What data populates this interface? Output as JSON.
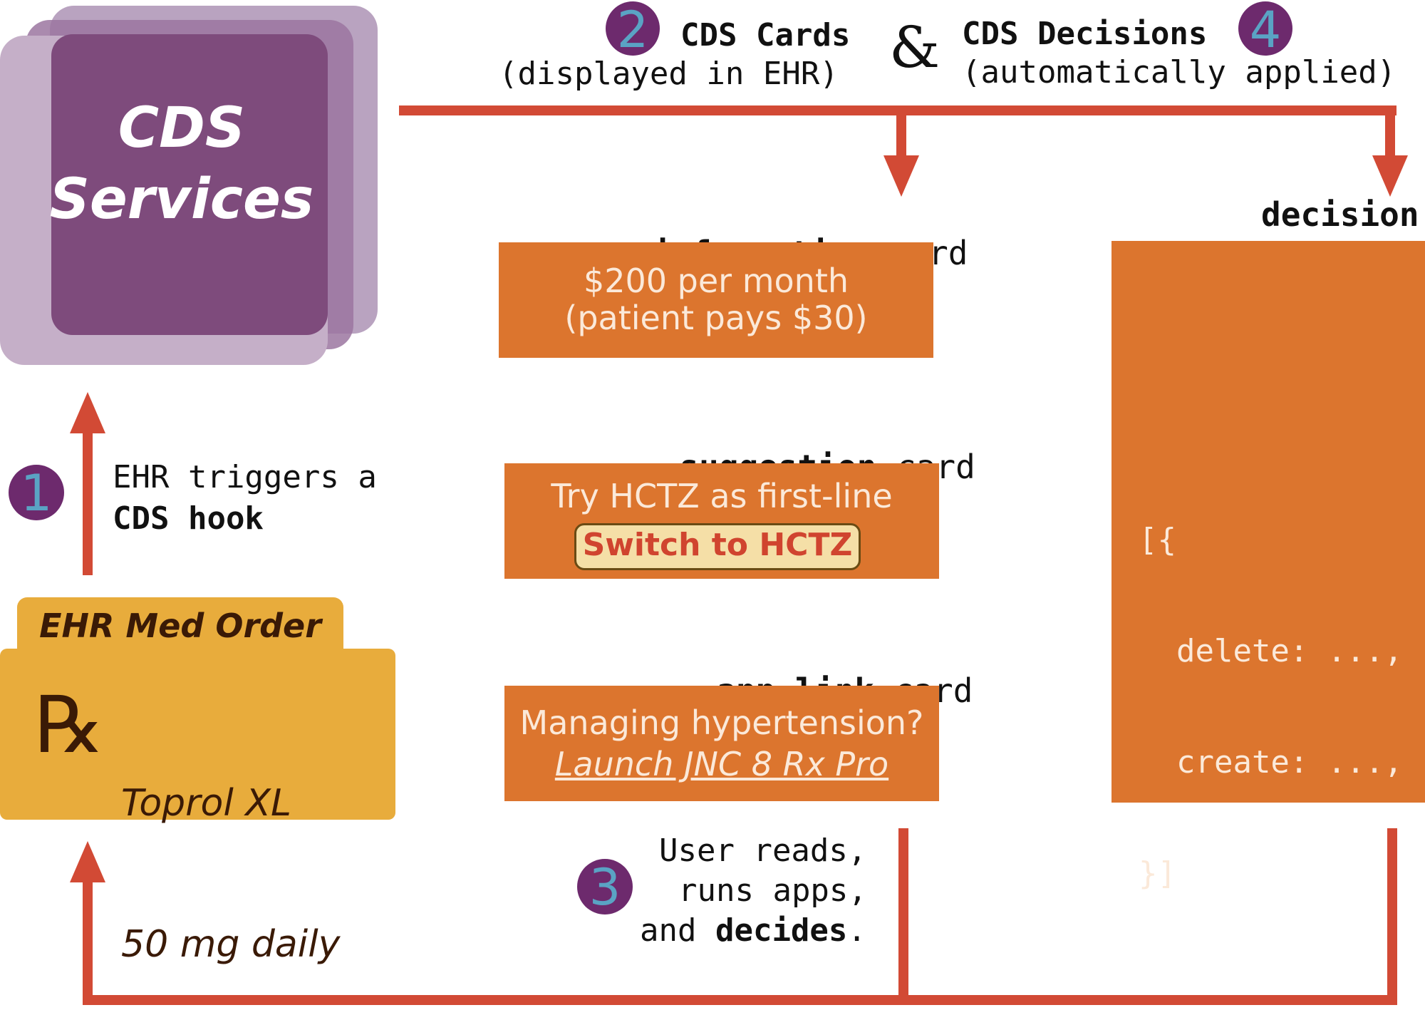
{
  "cds_services": {
    "title_line1": "CDS",
    "title_line2": "Services"
  },
  "steps": {
    "one": "1",
    "two": "2",
    "three": "3",
    "four": "4"
  },
  "header": {
    "cds_cards": "CDS Cards",
    "cds_cards_sub": "(displayed in EHR)",
    "ampersand": "&",
    "cds_decisions": "CDS Decisions",
    "cds_decisions_sub": "(automatically applied)"
  },
  "trigger": {
    "line1": "EHR triggers a",
    "line2": "CDS hook"
  },
  "cards": {
    "information": {
      "label_bold": "information",
      "label_rest": " card",
      "line1": "$200 per month",
      "line2": "(patient pays $30)"
    },
    "suggestion": {
      "label_bold": "suggestion",
      "label_rest": " card",
      "line1": "Try HCTZ as first-line",
      "button": "Switch to HCTZ"
    },
    "app_link": {
      "label_bold": "app link",
      "label_rest": " card",
      "line1": "Managing hypertension?",
      "link": "Launch JNC 8 Rx Pro"
    },
    "decision": {
      "label": "decision",
      "code_line1": "[{",
      "code_line2": "  delete: ...,",
      "code_line3": "  create: ...,",
      "code_line4": "}]"
    }
  },
  "user": {
    "line1": "User reads,",
    "line2": "runs apps,",
    "line3_pre": "and ",
    "line3_bold": "decides",
    "line3_post": "."
  },
  "med_order": {
    "tab": "EHR Med Order",
    "rx_symbol": "℞",
    "line1": "Toprol XL",
    "line2": "50 mg daily"
  },
  "colors": {
    "purple": "#7e4b7c",
    "red_line": "#d24a35",
    "orange_card": "#dc752e",
    "gold": "#e8ac3c",
    "badge": "#6d2a6d",
    "badge_digit": "#5aa3c4"
  }
}
